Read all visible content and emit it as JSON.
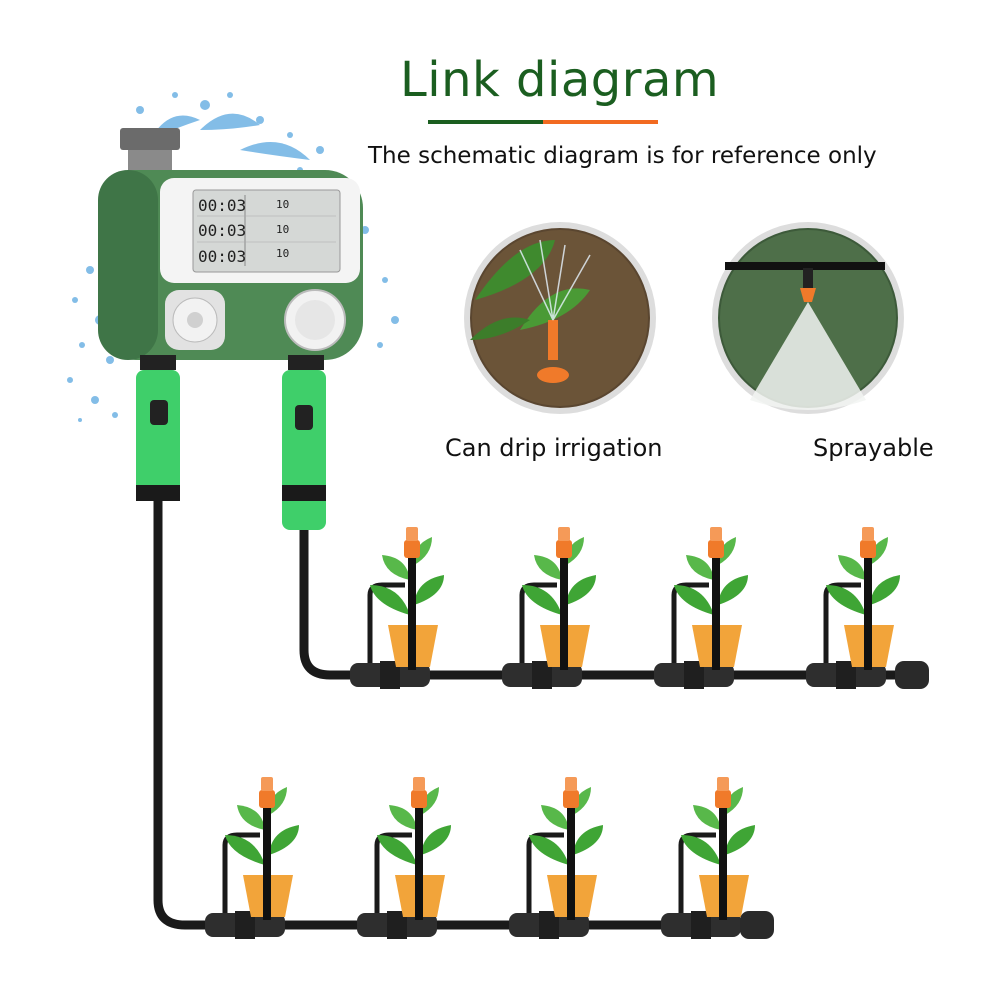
{
  "title": "Link diagram",
  "subtitle": "The schematic diagram is for reference only",
  "photos": [
    {
      "caption": "Can drip irrigation"
    },
    {
      "caption": "Sprayable"
    }
  ],
  "timer": {
    "display_rows": [
      {
        "time": "00:03",
        "value": "10"
      },
      {
        "time": "00:03",
        "value": "10"
      },
      {
        "time": "00:03",
        "value": "10"
      }
    ]
  },
  "colors": {
    "title": "#1b5e20",
    "underline_green": "#1b5e20",
    "underline_orange": "#f26a21",
    "timer_body": "#4f8a55",
    "connector": "#3fcf6a",
    "hose": "#1a1a1a",
    "dripper": "#f07a2a",
    "pot": "#f2a43a",
    "leaf": "#3fa535"
  },
  "rows": [
    {
      "drippers": 4
    },
    {
      "drippers": 4
    }
  ]
}
